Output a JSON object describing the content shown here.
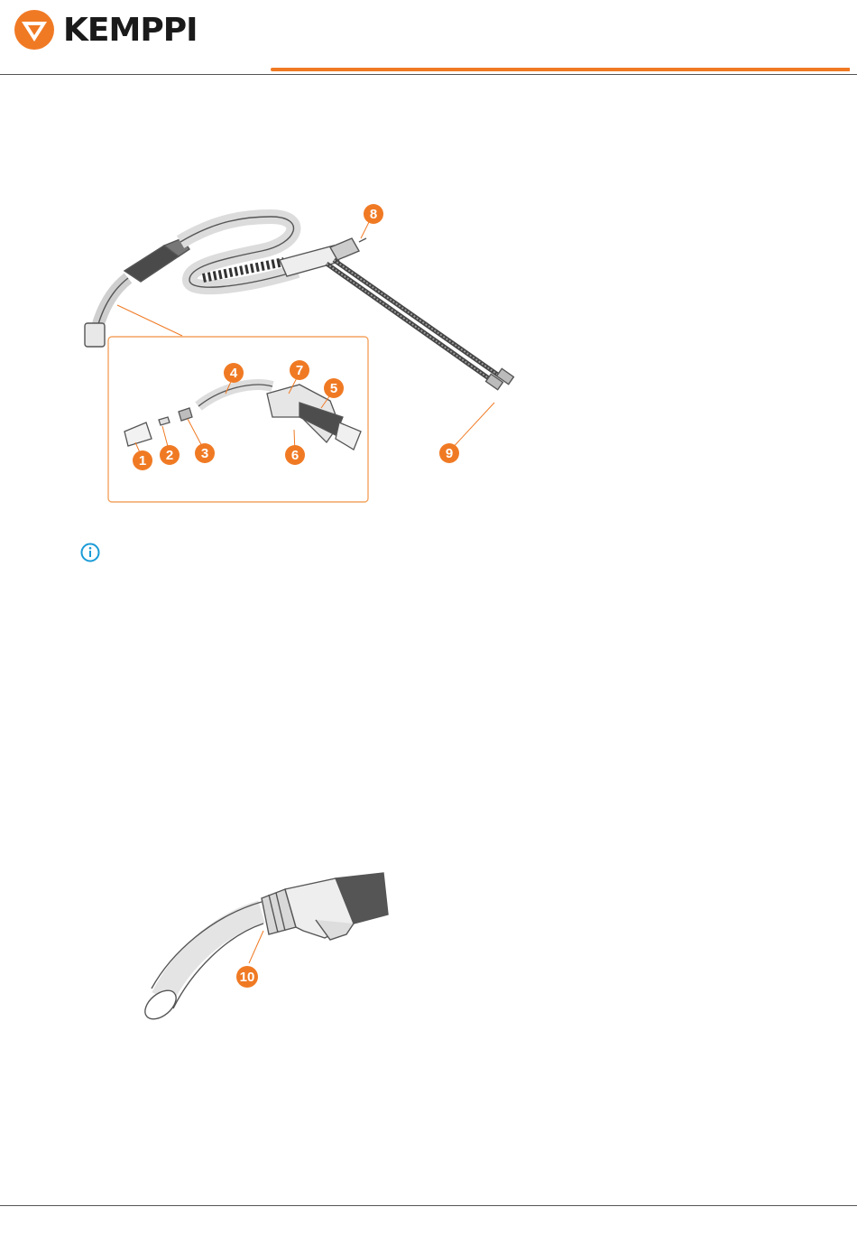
{
  "header": {
    "brand": "KEMPPI",
    "accent_color": "#f07a24",
    "logo_icon": "kemppi-v-logo-icon"
  },
  "figure_main": {
    "callouts": [
      "1",
      "2",
      "3",
      "4",
      "5",
      "6",
      "7",
      "8",
      "9"
    ]
  },
  "info": {
    "icon": "info-icon",
    "color": "#1a9bd7"
  },
  "figure_detail": {
    "callouts": [
      "10"
    ]
  }
}
